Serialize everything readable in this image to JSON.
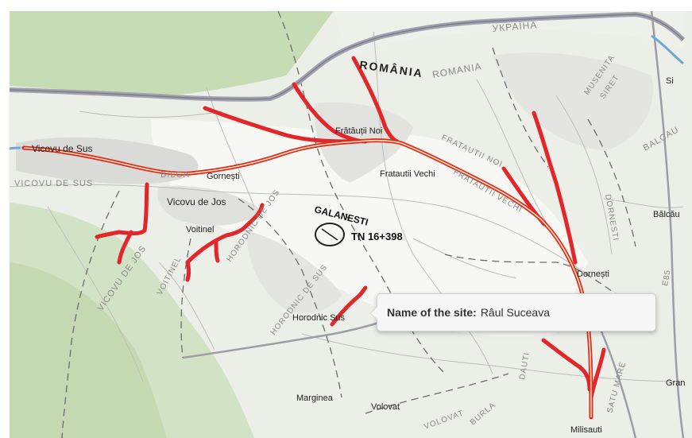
{
  "map": {
    "country_label_ro": "ROMÂNIA",
    "country_label_ro_2": "ROMANIA",
    "country_label_ua": "УКРАЇНА",
    "places": {
      "vicovu_de_sus_village": "Vicovu de Sus",
      "vicovu_de_sus_area": "VICOVU DE SUS",
      "vicovu_de_jos_village": "Vicovu de Jos",
      "vicovu_de_jos_area": "VICOVU DE JOS",
      "bilca": "BILCA",
      "gornesti": "Gornești",
      "voitinel": "Voitinel",
      "voitinel_area": "VOITINEL",
      "horodnic_de_jos": "HORODNIC DE JOS",
      "horodnic_de_sus_area": "HORODNIC DE SUS",
      "horodnic_sus_village": "Horodnic Sus",
      "galanesti": "GALANESTI",
      "fratautii_noi_village": "Frătăuții Noi",
      "fratautii_noi_area": "FRATAUTII NOI",
      "fratautii_vechi_village": "Fratautii Vechi",
      "fratautii_vechi_area": "FRATAUTII VECHI",
      "musenita": "MUSENITA",
      "siret": "SIRET",
      "balcauti": "BALCAU",
      "balcauti_village": "Bălcău",
      "dornesti_area": "DORNESTI",
      "dornesti_village": "Dornești",
      "marginea": "Marginea",
      "volovat_village": "Volovat",
      "volovat_area": "VOLOVAT",
      "burla": "BURLA",
      "satu_mare": "SATU MARE",
      "milisauti": "Milisauti",
      "grani": "Gran",
      "dauti": "DAUTI",
      "road_e85": "E85",
      "si": "Si"
    },
    "marker": {
      "label": "TN 16+398"
    }
  },
  "popup": {
    "key": "Name of the site:",
    "value": "Râul Suceava"
  },
  "colors": {
    "river_highlight": "#e3262a",
    "river_core": "#e8d98a",
    "border": "#9e9eaa",
    "forest": "#c4d9b2"
  }
}
